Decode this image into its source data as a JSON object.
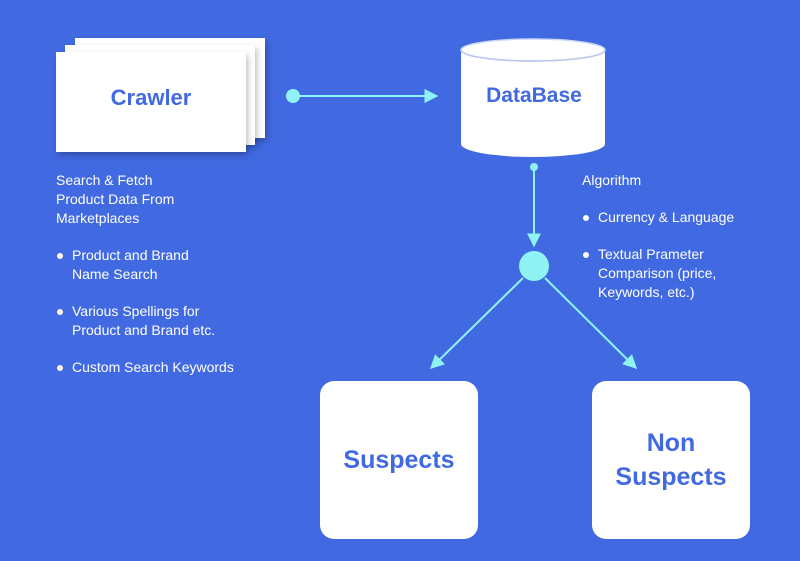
{
  "colors": {
    "background": "#4169E1",
    "node": "#FFFFFF",
    "accent_text": "#4169E1",
    "connector": "#8FF3F4"
  },
  "nodes": {
    "crawler": {
      "label": "Crawler"
    },
    "database": {
      "label": "DataBase"
    },
    "suspects": {
      "label": "Suspects"
    },
    "non_suspects": {
      "label_line1": "Non",
      "label_line2": "Suspects"
    }
  },
  "crawler_desc": {
    "intro_lines": [
      "Search & Fetch",
      "Product Data From",
      "Marketplaces"
    ],
    "items": [
      {
        "line1": "Product and Brand",
        "line2": "Name Search"
      },
      {
        "line1": "Various Spellings for",
        "line2": "Product and Brand etc."
      },
      {
        "line1": "Custom Search Keywords"
      }
    ]
  },
  "algorithm_desc": {
    "title": "Algorithm",
    "items": [
      {
        "line1": "Currency & Language"
      },
      {
        "line1": "Textual Prameter",
        "line2": "Comparison (price,",
        "line3": "Keywords, etc.)"
      }
    ]
  }
}
